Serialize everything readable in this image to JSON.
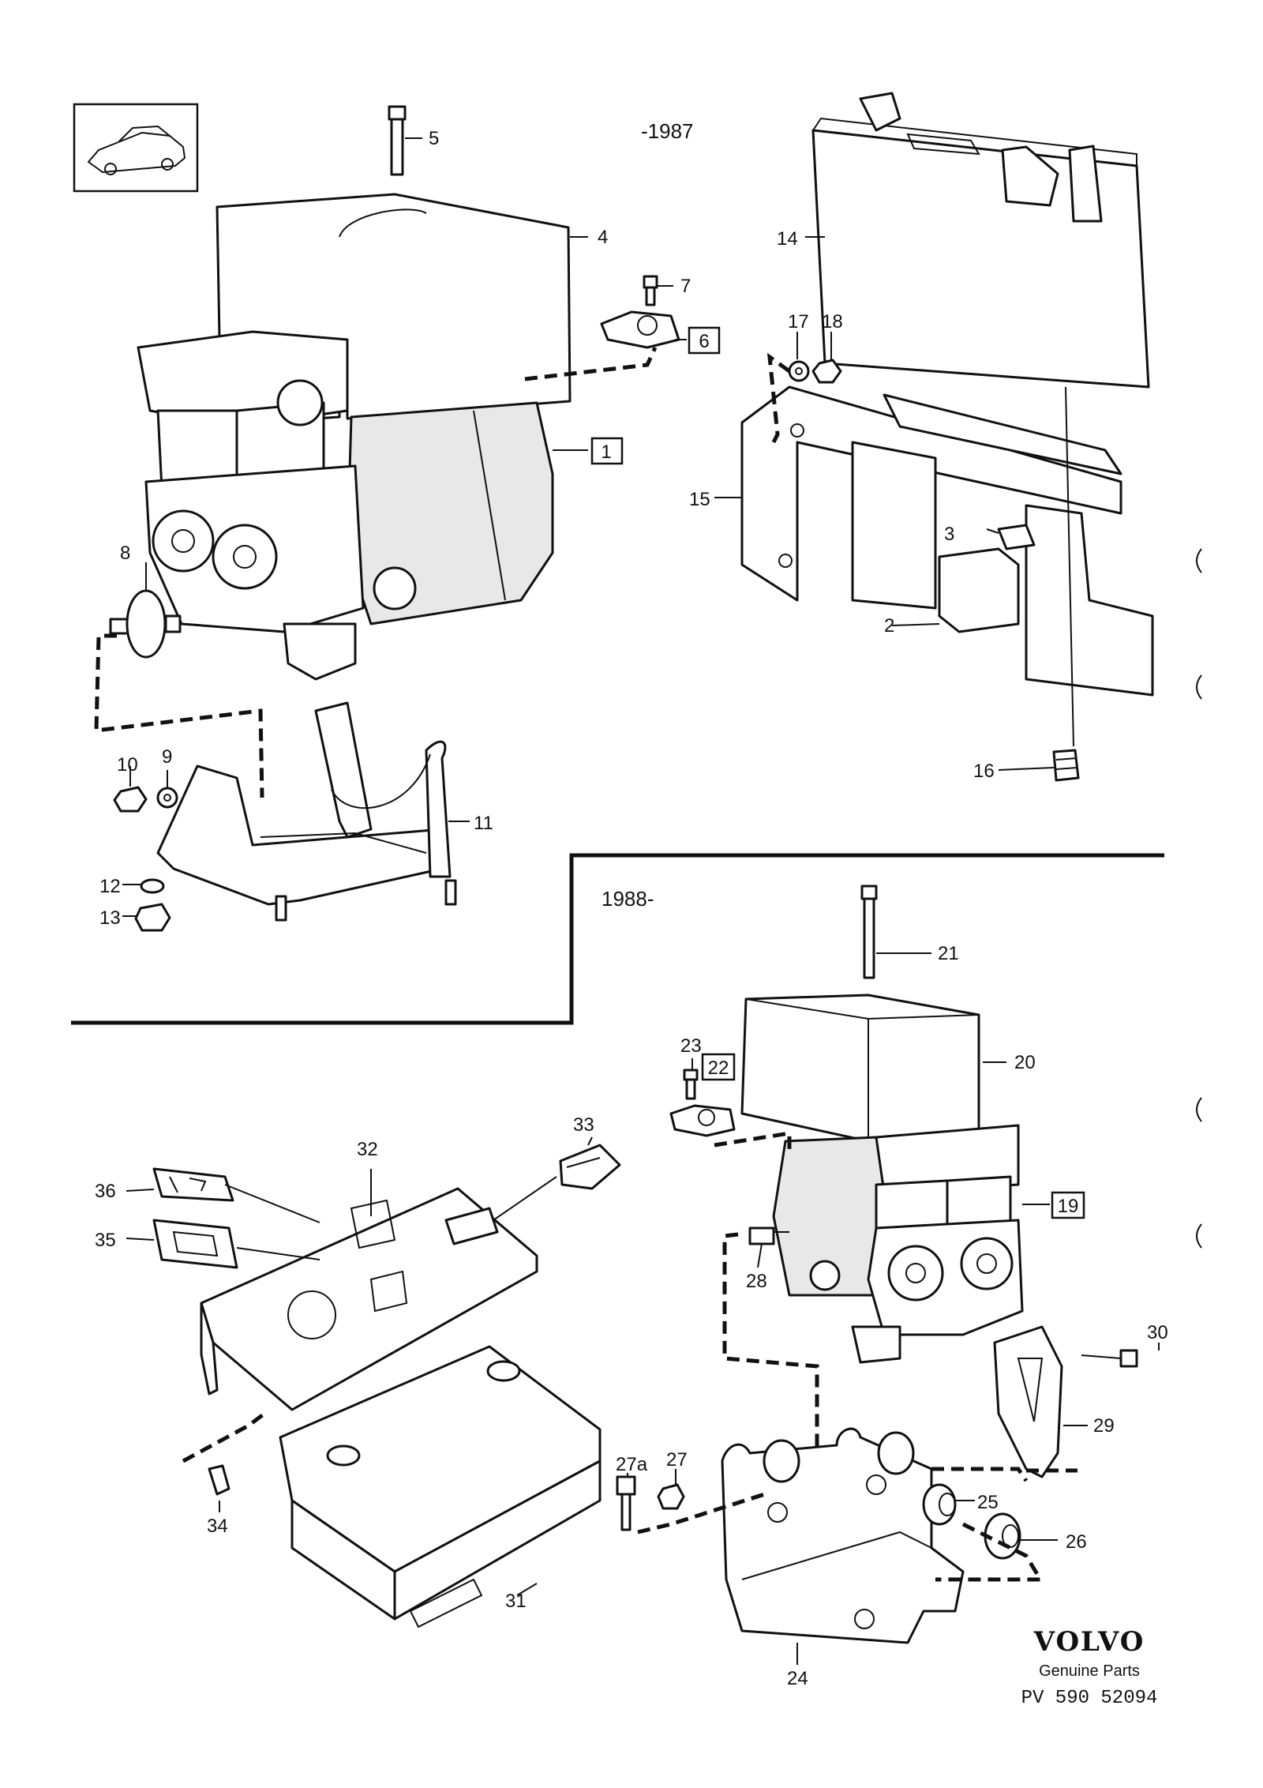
{
  "year_labels": {
    "upper": "-1987",
    "lower": "1988-"
  },
  "brand": {
    "name": "VOLVO",
    "tagline": "Genuine Parts",
    "code": "PV 590 52094"
  },
  "icons": {
    "vehicle": "car-thumbnail-icon"
  },
  "callouts": {
    "c1": "1",
    "c2": "2",
    "c3": "3",
    "c4": "4",
    "c5": "5",
    "c6": "6",
    "c7": "7",
    "c8": "8",
    "c9": "9",
    "c10": "10",
    "c11": "11",
    "c12": "12",
    "c13": "13",
    "c14": "14",
    "c15": "15",
    "c16": "16",
    "c17": "17",
    "c18": "18",
    "c19": "19",
    "c20": "20",
    "c21": "21",
    "c22": "22",
    "c23": "23",
    "c24": "24",
    "c25": "25",
    "c26": "26",
    "c27": "27",
    "c27a": "27a",
    "c28": "28",
    "c29": "29",
    "c30": "30",
    "c31": "31",
    "c32": "32",
    "c33": "33",
    "c34": "34",
    "c35": "35",
    "c36": "36"
  }
}
